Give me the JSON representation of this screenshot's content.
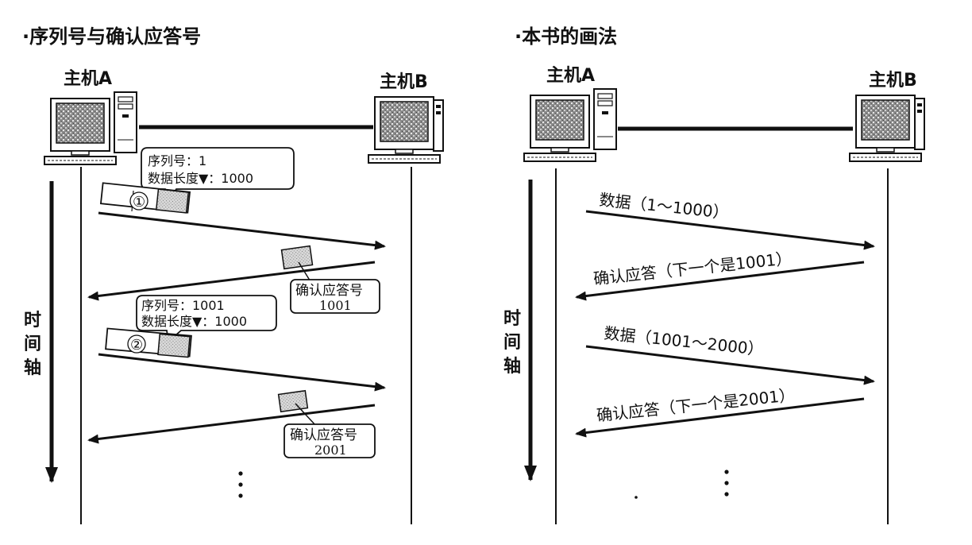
{
  "left_panel": {
    "title": "·序列号与确认应答号",
    "host_a": "主机A",
    "host_b": "主机B",
    "time_axis": [
      "时",
      "间",
      "轴"
    ],
    "segment1": {
      "label_seq": "序列号：1",
      "label_len": "数据长度▼：1000",
      "number": "①"
    },
    "ack1": {
      "label": "确认应答号",
      "value": "1001"
    },
    "segment2": {
      "label_seq": "序列号：1001",
      "label_len": "数据长度▼：1000",
      "number": "②"
    },
    "ack2": {
      "label": "确认应答号",
      "value": "2001"
    },
    "continuation": "⋮"
  },
  "right_panel": {
    "title": "·本书的画法",
    "host_a": "主机A",
    "host_b": "主机B",
    "time_axis": [
      "时",
      "间",
      "轴"
    ],
    "msg1": "数据（1～1000）",
    "msg2": "确认应答（下一个是1001）",
    "msg3": "数据（1001～2000）",
    "msg4": "确认应答（下一个是2001）",
    "continuation": "⋮"
  }
}
